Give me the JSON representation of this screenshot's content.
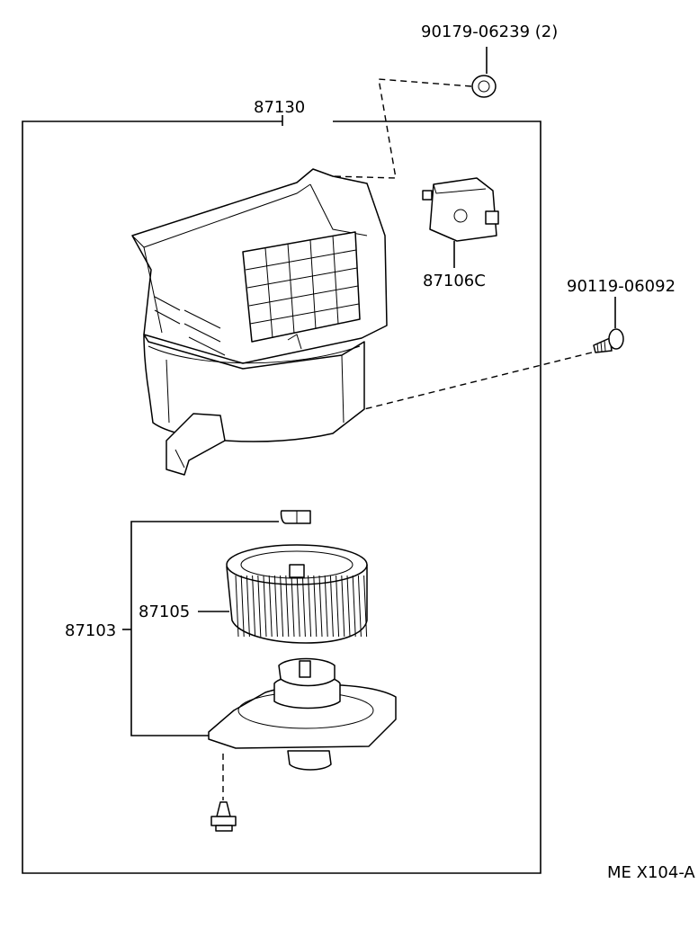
{
  "labels": {
    "nut": "90179-06239 (2)",
    "housing": "87130",
    "servo": "87106C",
    "screw": "90119-06092",
    "blower_assy": "87103",
    "fan": "87105",
    "code": "ME X104-A"
  }
}
